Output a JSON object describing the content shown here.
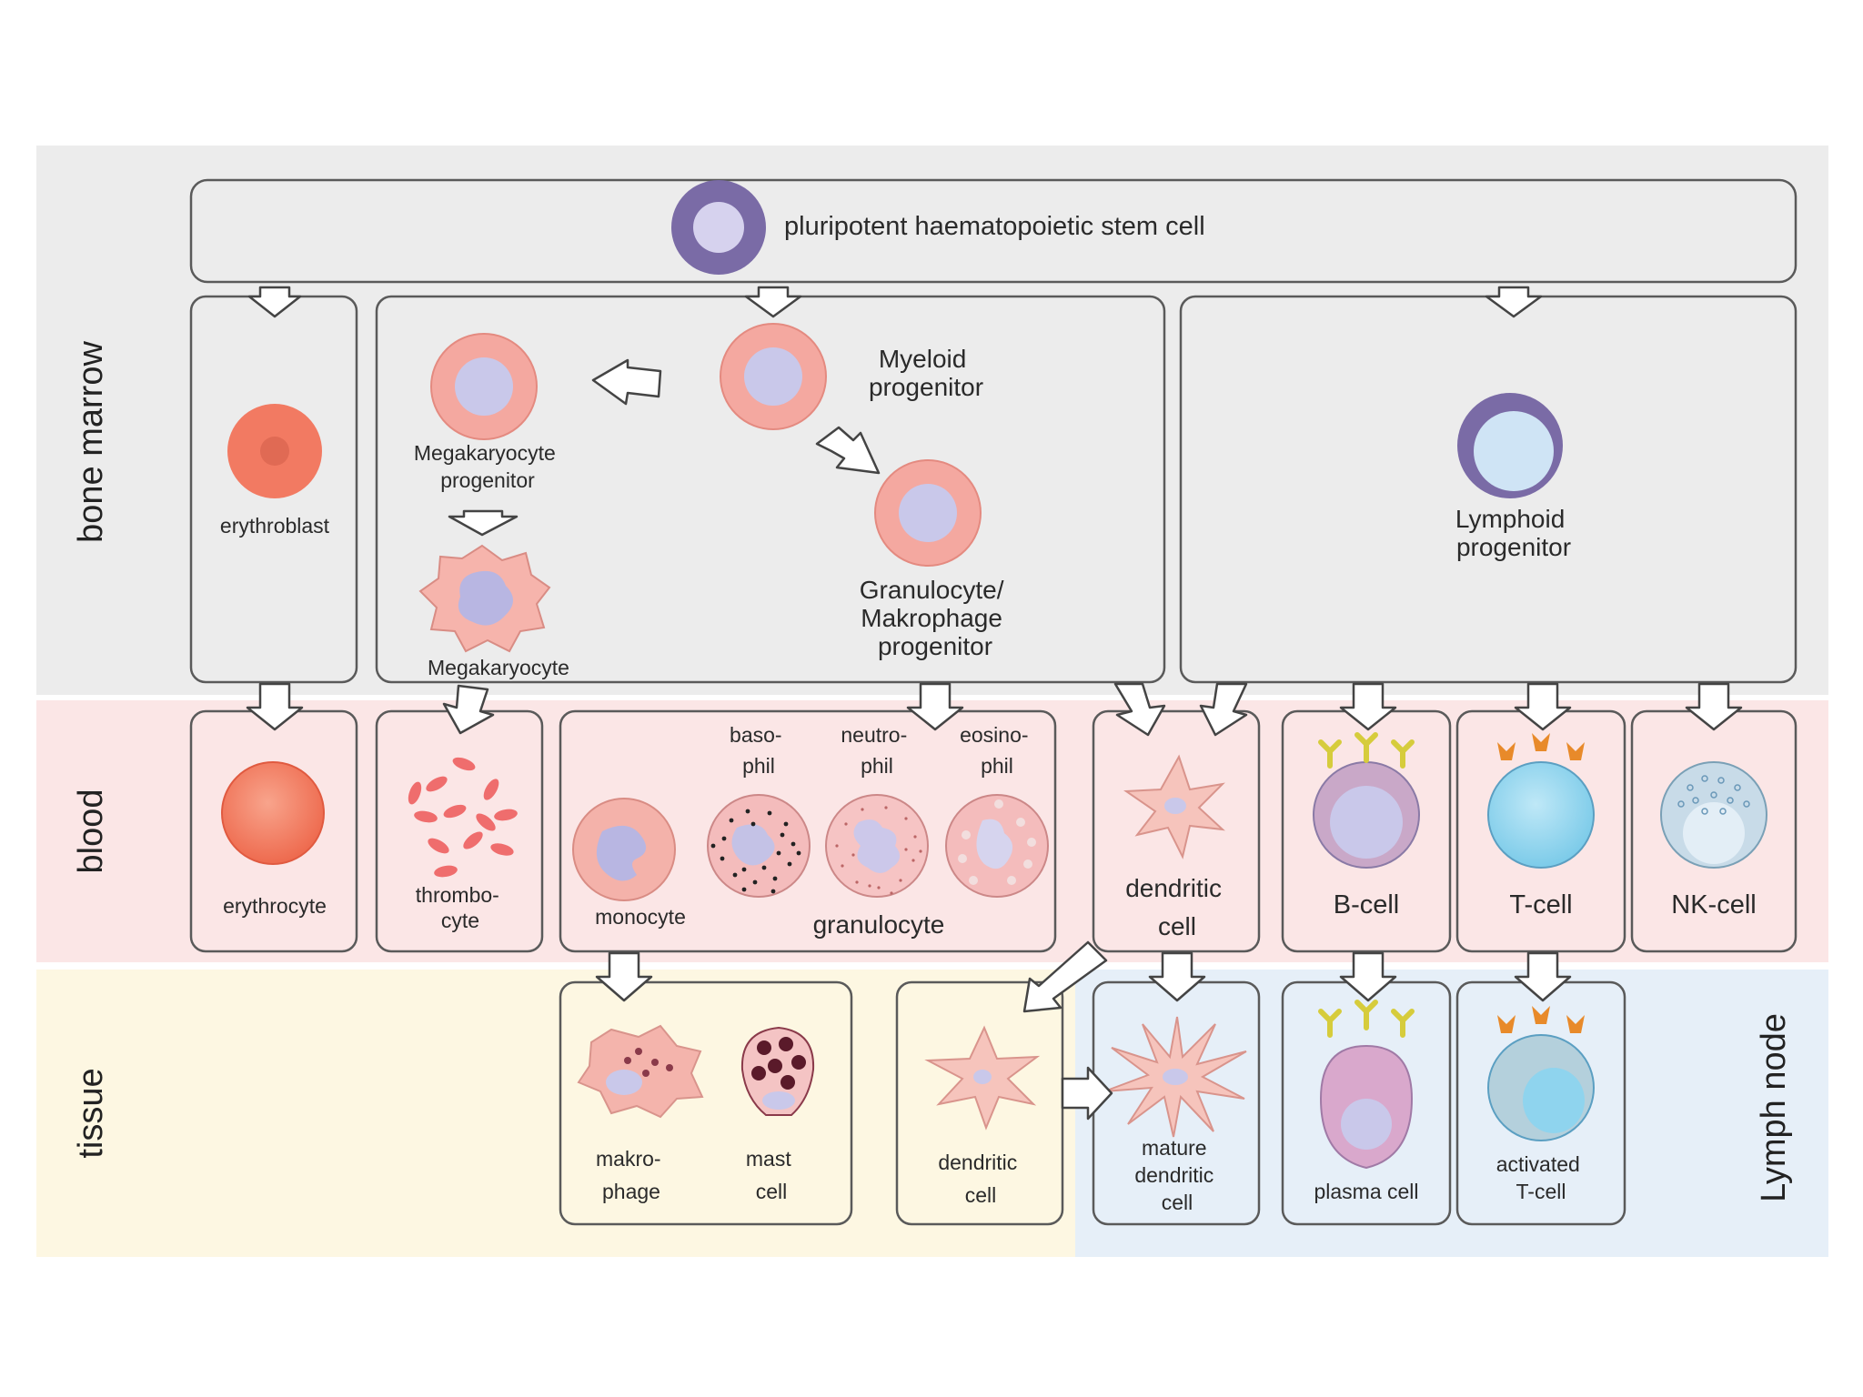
{
  "colors": {
    "bone_marrow_band": "#ececec",
    "blood_band": "#fbe6e6",
    "tissue_band": "#fdf7e2",
    "lymph_node_band": "#e6eff8",
    "stem_cell": "#7a6ba6",
    "myeloid_cell": "#f4a8a0",
    "nucleus": "#c9c8ea",
    "erythroid": "#f27a62"
  },
  "rows": {
    "bone_marrow": "bone marrow",
    "blood": "blood",
    "tissue": "tissue",
    "lymph_node": "Lymph node"
  },
  "cells": {
    "stem_cell": "pluripotent haematopoietic stem cell",
    "erythroblast": "erythroblast",
    "megakaryocyte_progenitor": [
      "Megakaryocyte",
      "progenitor"
    ],
    "megakaryocyte": "Megakaryocyte",
    "myeloid_progenitor": [
      "Myeloid",
      "progenitor"
    ],
    "granulocyte_makrophage_progenitor": [
      "Granulocyte/",
      "Makrophage",
      "progenitor"
    ],
    "lymphoid_progenitor": [
      "Lymphoid",
      "progenitor"
    ],
    "erythrocyte": "erythrocyte",
    "thrombocyte": [
      "thrombo-",
      "cyte"
    ],
    "basophil": [
      "baso-",
      "phil"
    ],
    "neutrophil": [
      "neutro-",
      "phil"
    ],
    "eosinophil": [
      "eosino-",
      "phil"
    ],
    "monocyte": "monocyte",
    "granulocyte": "granulocyte",
    "dendritic_cell_blood": [
      "dendritic",
      "cell"
    ],
    "b_cell": "B-cell",
    "t_cell": "T-cell",
    "nk_cell": "NK-cell",
    "makrophage": [
      "makro-",
      "phage"
    ],
    "mast_cell": [
      "mast",
      "cell"
    ],
    "dendritic_cell_tissue": [
      "dendritic",
      "cell"
    ],
    "mature_dendritic_cell": [
      "mature",
      "dendritic",
      "cell"
    ],
    "plasma_cell": "plasma cell",
    "activated_t_cell": [
      "activated",
      "T-cell"
    ]
  }
}
